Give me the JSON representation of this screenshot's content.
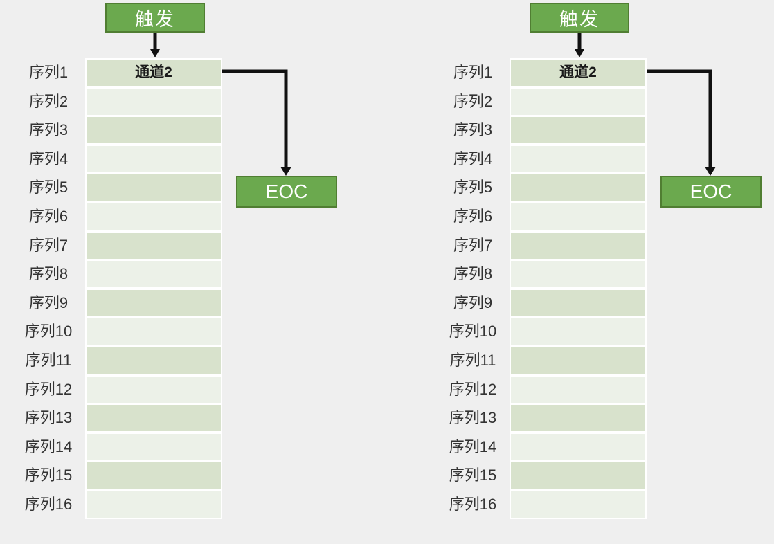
{
  "background_color": "#EFEFEF",
  "colors": {
    "button_fill": "#6BA94E",
    "button_border": "#507E32",
    "button_text": "#FFFFFF",
    "row_odd": "#D8E2CC",
    "row_even": "#ECF1E8",
    "table_border": "#FFFFFF",
    "arrow": "#111111",
    "label_text": "#333333",
    "cell_text": "#1A1A1A"
  },
  "panels": [
    {
      "trigger_label": "触发",
      "eoc_label": "EOC",
      "rows": [
        {
          "label": "序列1",
          "value": "通道2"
        },
        {
          "label": "序列2",
          "value": ""
        },
        {
          "label": "序列3",
          "value": ""
        },
        {
          "label": "序列4",
          "value": ""
        },
        {
          "label": "序列5",
          "value": ""
        },
        {
          "label": "序列6",
          "value": ""
        },
        {
          "label": "序列7",
          "value": ""
        },
        {
          "label": "序列8",
          "value": ""
        },
        {
          "label": "序列9",
          "value": ""
        },
        {
          "label": "序列10",
          "value": ""
        },
        {
          "label": "序列11",
          "value": ""
        },
        {
          "label": "序列12",
          "value": ""
        },
        {
          "label": "序列13",
          "value": ""
        },
        {
          "label": "序列14",
          "value": ""
        },
        {
          "label": "序列15",
          "value": ""
        },
        {
          "label": "序列16",
          "value": ""
        }
      ]
    },
    {
      "trigger_label": "触发",
      "eoc_label": "EOC",
      "rows": [
        {
          "label": "序列1",
          "value": "通道2"
        },
        {
          "label": "序列2",
          "value": ""
        },
        {
          "label": "序列3",
          "value": ""
        },
        {
          "label": "序列4",
          "value": ""
        },
        {
          "label": "序列5",
          "value": ""
        },
        {
          "label": "序列6",
          "value": ""
        },
        {
          "label": "序列7",
          "value": ""
        },
        {
          "label": "序列8",
          "value": ""
        },
        {
          "label": "序列9",
          "value": ""
        },
        {
          "label": "序列10",
          "value": ""
        },
        {
          "label": "序列11",
          "value": ""
        },
        {
          "label": "序列12",
          "value": ""
        },
        {
          "label": "序列13",
          "value": ""
        },
        {
          "label": "序列14",
          "value": ""
        },
        {
          "label": "序列15",
          "value": ""
        },
        {
          "label": "序列16",
          "value": ""
        }
      ]
    }
  ]
}
